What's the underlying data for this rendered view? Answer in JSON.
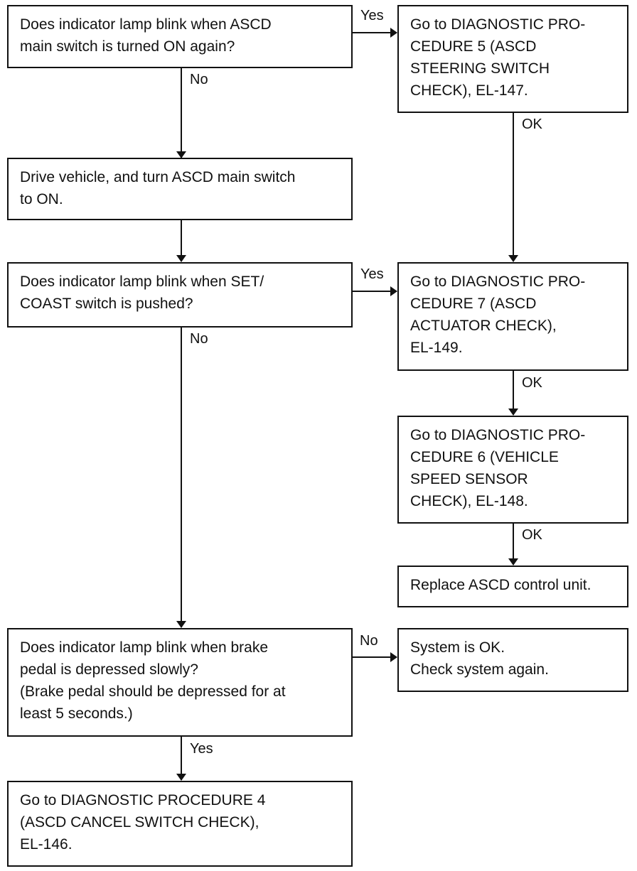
{
  "boxes": {
    "q_main_switch": "Does indicator lamp blink when ASCD\nmain switch is turned ON again?",
    "proc5": "Go to DIAGNOSTIC PRO-\nCEDURE 5 (ASCD\nSTEERING SWITCH\nCHECK), EL-147.",
    "drive_vehicle": "Drive vehicle, and turn ASCD main switch\nto ON.",
    "q_set_coast": "Does indicator lamp blink when SET/\nCOAST switch is pushed?",
    "proc7": "Go to DIAGNOSTIC PRO-\nCEDURE 7 (ASCD\nACTUATOR CHECK),\nEL-149.",
    "proc6": "Go to DIAGNOSTIC PRO-\nCEDURE 6 (VEHICLE\nSPEED SENSOR\nCHECK), EL-148.",
    "replace_unit": "Replace ASCD control unit.",
    "q_brake": "Does indicator lamp blink when brake\npedal is depressed slowly?\n(Brake pedal should be depressed for at\nleast 5 seconds.)",
    "system_ok": "System is OK.\nCheck system again.",
    "proc4": "Go to DIAGNOSTIC PROCEDURE 4\n(ASCD CANCEL SWITCH CHECK),\nEL-146."
  },
  "labels": {
    "yes_1": "Yes",
    "no_1": "No",
    "ok_1": "OK",
    "yes_2": "Yes",
    "no_2": "No",
    "ok_2": "OK",
    "ok_3": "OK",
    "no_3": "No",
    "yes_3": "Yes"
  }
}
